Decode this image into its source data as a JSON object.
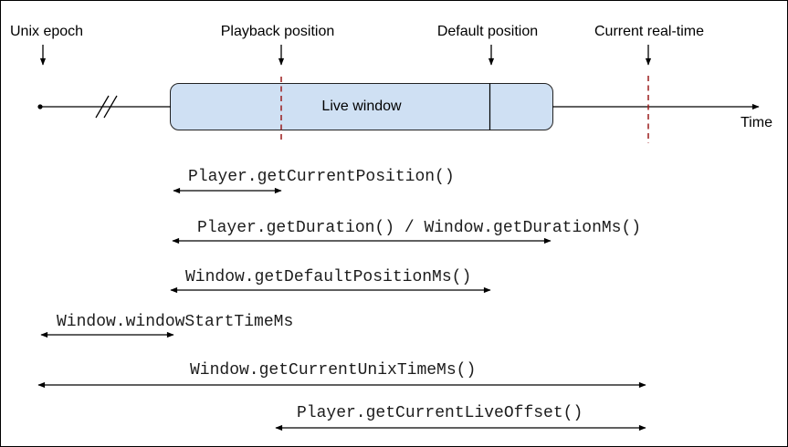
{
  "markers": [
    {
      "id": "unix-epoch",
      "label": "Unix epoch"
    },
    {
      "id": "playback-position",
      "label": "Playback position"
    },
    {
      "id": "default-position",
      "label": "Default position"
    },
    {
      "id": "current-real-time",
      "label": "Current real-time"
    }
  ],
  "timeline": {
    "live_window_label": "Live window",
    "time_axis_label": "Time"
  },
  "api_spans": [
    {
      "label": "Player.getCurrentPosition()"
    },
    {
      "label": "Player.getDuration() / Window.getDurationMs()"
    },
    {
      "label": "Window.getDefaultPositionMs()"
    },
    {
      "label": "Window.windowStartTimeMs"
    },
    {
      "label": "Window.getCurrentUnixTimeMs()"
    },
    {
      "label": "Player.getCurrentLiveOffset()"
    }
  ],
  "colors": {
    "live_window_fill": "#cfe0f3",
    "dashed_marker": "#9b1c1c",
    "line": "#000000"
  }
}
